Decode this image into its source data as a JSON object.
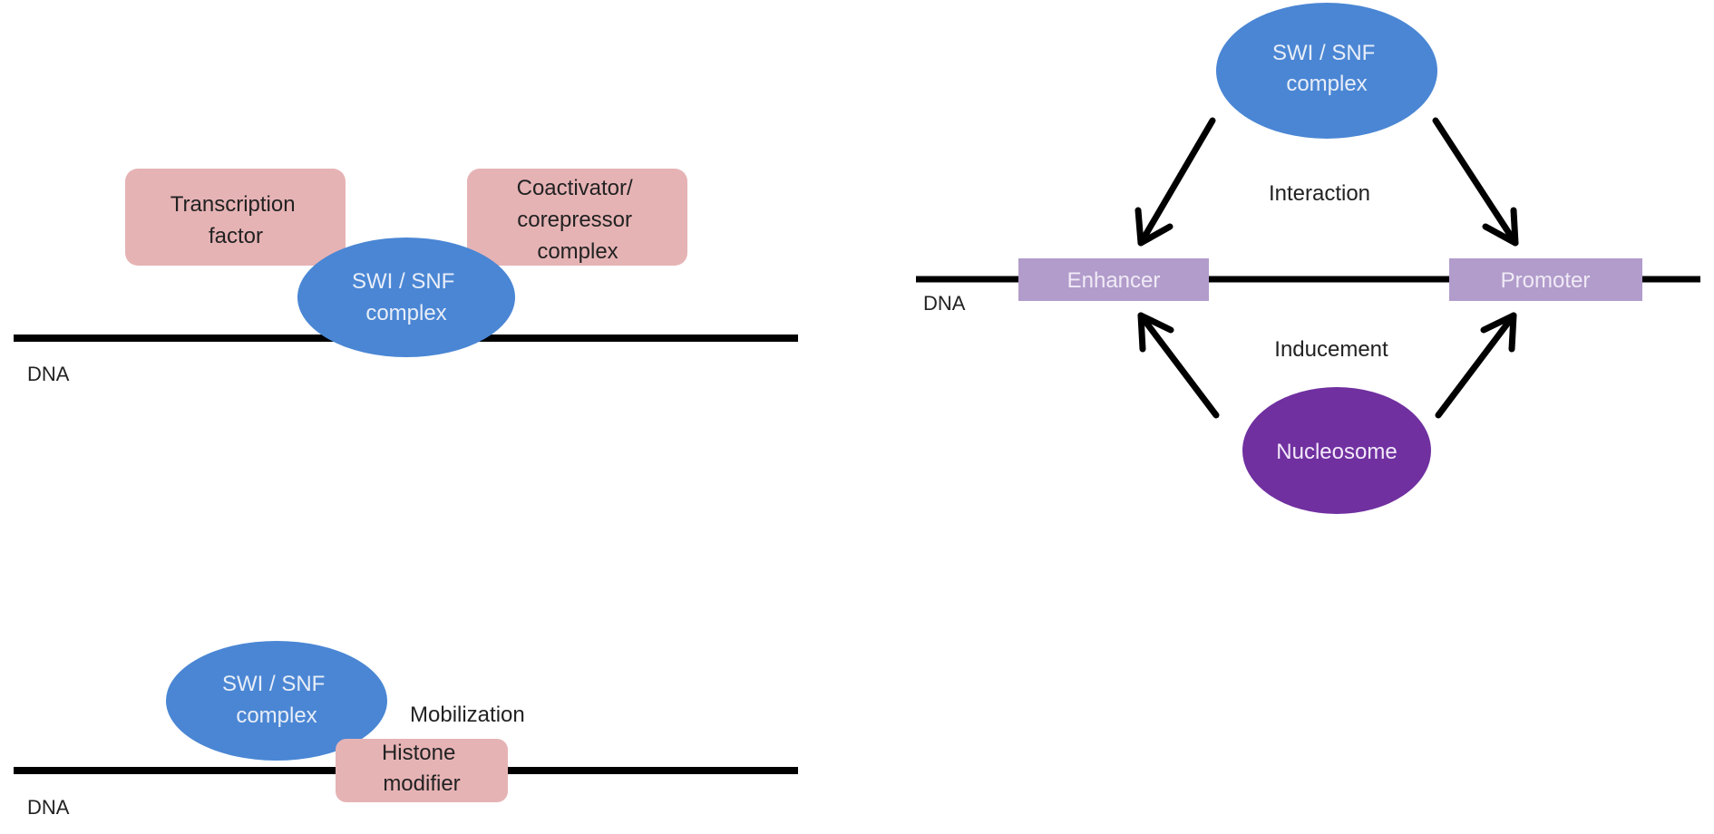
{
  "colors": {
    "blue_complex": "#4a86d4",
    "pink_box": "#e6b3b5",
    "purple_box": "#b19ccb",
    "nucleosome": "#7030a0",
    "dna": "#000000",
    "white_text": "#e8eef8",
    "dark_text": "#222222"
  },
  "panel_a": {
    "transcription_factor": [
      "Transcription",
      "factor"
    ],
    "coactivator": [
      "Coactivator/",
      "corepressor",
      "complex"
    ],
    "swi_snf": [
      "SWI / SNF",
      "complex"
    ],
    "dna_label": "DNA"
  },
  "panel_b": {
    "swi_snf": [
      "SWI / SNF",
      "complex"
    ],
    "mobilization": "Mobilization",
    "histone_modifier": [
      "Histone",
      "modifier"
    ],
    "dna_label": "DNA"
  },
  "panel_c": {
    "swi_snf": [
      "SWI / SNF",
      "complex"
    ],
    "interaction": "Interaction",
    "enhancer": "Enhancer",
    "promoter": "Promoter",
    "dna_label": "DNA",
    "inducement": "Inducement",
    "nucleosome": "Nucleosome"
  }
}
